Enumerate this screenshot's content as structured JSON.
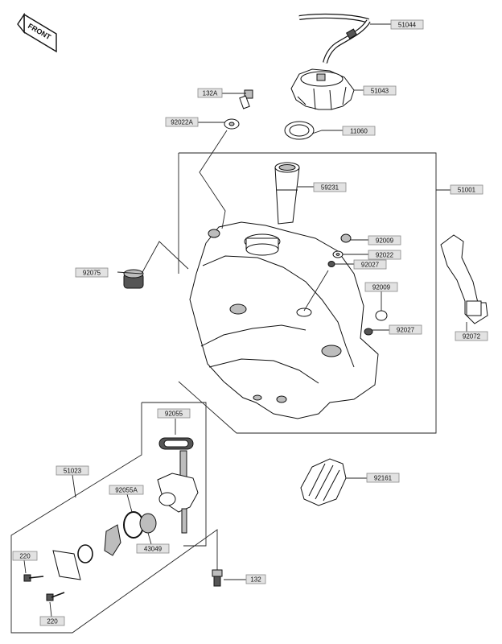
{
  "front_badge": {
    "label": "FRONT"
  },
  "callouts": [
    {
      "id": "c51044",
      "label": "51044"
    },
    {
      "id": "c51043",
      "label": "51043"
    },
    {
      "id": "c132A",
      "label": "132A"
    },
    {
      "id": "c92022A",
      "label": "92022A"
    },
    {
      "id": "c11060",
      "label": "11060"
    },
    {
      "id": "c59231",
      "label": "59231"
    },
    {
      "id": "c51001",
      "label": "51001"
    },
    {
      "id": "c92009a",
      "label": "92009"
    },
    {
      "id": "c92022",
      "label": "92022"
    },
    {
      "id": "c92027a",
      "label": "92027"
    },
    {
      "id": "c92075",
      "label": "92075"
    },
    {
      "id": "c92009b",
      "label": "92009"
    },
    {
      "id": "c92027b",
      "label": "92027"
    },
    {
      "id": "c92072",
      "label": "92072"
    },
    {
      "id": "c92055",
      "label": "92055"
    },
    {
      "id": "c51023",
      "label": "51023"
    },
    {
      "id": "c92055A",
      "label": "92055A"
    },
    {
      "id": "c92161",
      "label": "92161"
    },
    {
      "id": "c43049",
      "label": "43049"
    },
    {
      "id": "c220a",
      "label": "220"
    },
    {
      "id": "c132",
      "label": "132"
    },
    {
      "id": "c220b",
      "label": "220"
    }
  ]
}
